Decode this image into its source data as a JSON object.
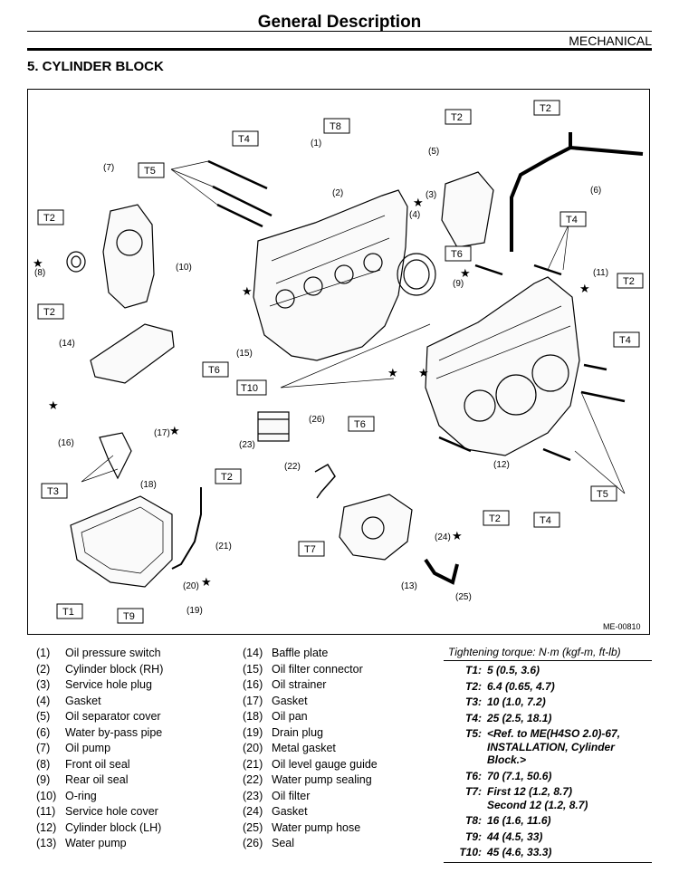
{
  "header": {
    "title": "General Description",
    "section": "MECHANICAL"
  },
  "section_heading": "5.  CYLINDER BLOCK",
  "figure": {
    "code": "ME-00810",
    "callouts": [
      "T1",
      "T2",
      "T3",
      "T4",
      "T5",
      "T6",
      "T7",
      "T8",
      "T9",
      "T10"
    ],
    "part_numbers": [
      "(1)",
      "(2)",
      "(3)",
      "(4)",
      "(5)",
      "(6)",
      "(7)",
      "(8)",
      "(9)",
      "(10)",
      "(11)",
      "(12)",
      "(13)",
      "(14)",
      "(15)",
      "(16)",
      "(17)",
      "(18)",
      "(19)",
      "(20)",
      "(21)",
      "(22)",
      "(23)",
      "(24)",
      "(25)",
      "(26)"
    ]
  },
  "legend": {
    "col1": [
      {
        "num": "(1)",
        "name": "Oil pressure switch"
      },
      {
        "num": "(2)",
        "name": "Cylinder block (RH)"
      },
      {
        "num": "(3)",
        "name": "Service hole plug"
      },
      {
        "num": "(4)",
        "name": "Gasket"
      },
      {
        "num": "(5)",
        "name": "Oil separator cover"
      },
      {
        "num": "(6)",
        "name": "Water by-pass pipe"
      },
      {
        "num": "(7)",
        "name": "Oil pump"
      },
      {
        "num": "(8)",
        "name": "Front oil seal"
      },
      {
        "num": "(9)",
        "name": "Rear oil seal"
      },
      {
        "num": "(10)",
        "name": "O-ring"
      },
      {
        "num": "(11)",
        "name": "Service hole cover"
      },
      {
        "num": "(12)",
        "name": "Cylinder block (LH)"
      },
      {
        "num": "(13)",
        "name": "Water pump"
      }
    ],
    "col2": [
      {
        "num": "(14)",
        "name": "Baffle plate"
      },
      {
        "num": "(15)",
        "name": "Oil filter connector"
      },
      {
        "num": "(16)",
        "name": "Oil strainer"
      },
      {
        "num": "(17)",
        "name": "Gasket"
      },
      {
        "num": "(18)",
        "name": "Oil pan"
      },
      {
        "num": "(19)",
        "name": "Drain plug"
      },
      {
        "num": "(20)",
        "name": "Metal gasket"
      },
      {
        "num": "(21)",
        "name": "Oil level gauge guide"
      },
      {
        "num": "(22)",
        "name": "Water pump sealing"
      },
      {
        "num": "(23)",
        "name": "Oil filter"
      },
      {
        "num": "(24)",
        "name": "Gasket"
      },
      {
        "num": "(25)",
        "name": "Water pump hose"
      },
      {
        "num": "(26)",
        "name": "Seal"
      }
    ]
  },
  "torque": {
    "title": "Tightening torque: N·m (kgf-m, ft-lb)",
    "rows": [
      {
        "key": "T1:",
        "val": "5 (0.5, 3.6)"
      },
      {
        "key": "T2:",
        "val": "6.4 (0.65, 4.7)"
      },
      {
        "key": "T3:",
        "val": "10 (1.0, 7.2)"
      },
      {
        "key": "T4:",
        "val": "25 (2.5, 18.1)"
      },
      {
        "key": "T5:",
        "val": "<Ref. to ME(H4SO 2.0)-67, INSTALLATION, Cylinder Block.>"
      },
      {
        "key": "T6:",
        "val": "70 (7.1, 50.6)"
      },
      {
        "key": "T7:",
        "val": "First 12 (1.2, 8.7)\nSecond 12 (1.2, 8.7)"
      },
      {
        "key": "T8:",
        "val": "16 (1.6, 11.6)"
      },
      {
        "key": "T9:",
        "val": "44 (4.5, 33)"
      },
      {
        "key": "T10:",
        "val": "45 (4.6, 33.3)"
      }
    ]
  }
}
